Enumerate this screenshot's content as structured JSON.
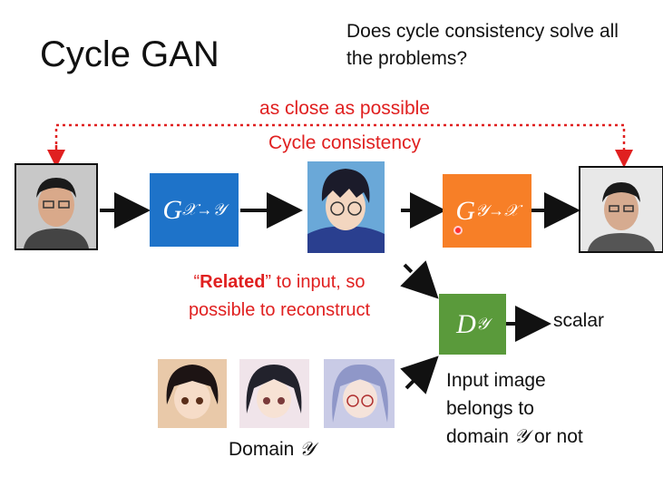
{
  "slide": {
    "title": "Cycle GAN",
    "question": "Does cycle consistency solve all the problems?",
    "close_label": "as close as possible",
    "cycle_label": "Cycle consistency",
    "related_bold": "Related",
    "related_rest_line1": " to input, so",
    "related_line2": "possible to reconstruct",
    "scalar_label": "scalar",
    "info_line1": "Input image",
    "info_line2": "belongs to",
    "info_line3_a": "domain ",
    "info_line3_b": " or not",
    "domain_caption": "Domain ",
    "domain_symbol": "𝒴",
    "gen_xy": {
      "G": "G",
      "sub": "𝒳→𝒴"
    },
    "gen_yx": {
      "G": "G",
      "sub": "𝒴→𝒳"
    },
    "disc": {
      "D": "D",
      "sub": "𝒴"
    }
  },
  "colors": {
    "blue": "#1e73c9",
    "orange": "#f77f27",
    "green": "#5a9a3b",
    "red": "#e02020"
  }
}
